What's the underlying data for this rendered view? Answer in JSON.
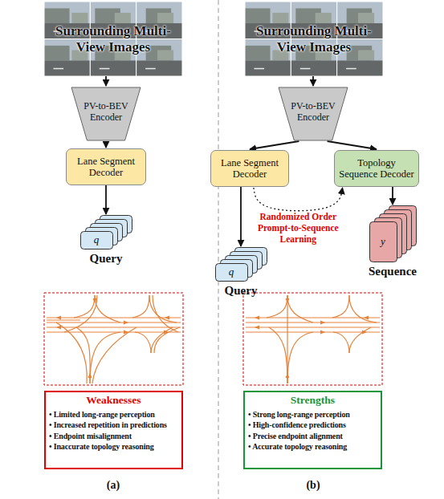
{
  "diagram": {
    "nodes": [
      {
        "text": [
          "Surrounding Multi-View Images"
        ]
      },
      {
        "text": [
          "PV-to-BEV Encoder"
        ]
      },
      {
        "text": [
          "Lane Segment Decoder"
        ]
      },
      {
        "text": [
          "q",
          "Query"
        ]
      },
      {
        "text": [
          "Weaknesses",
          "• Limited long-range perception",
          "• Increased repetition in predictions",
          "• Endpoint misalignment",
          "• Inaccurate topology reasoning"
        ]
      },
      {
        "text": [
          "Surrounding Multi-View Images"
        ]
      },
      {
        "text": [
          "PV-to-BEV Encoder"
        ]
      },
      {
        "text": [
          "Lane Segment Decoder"
        ]
      },
      {
        "text": [
          "Topology Sequence Decoder"
        ]
      },
      {
        "text": [
          "q",
          "Query"
        ]
      },
      {
        "text": [
          "y",
          "Sequence"
        ]
      },
      {
        "text": [
          "Strengths",
          "• Strong long-range perception",
          "• High-confidence predictions",
          "• Precise endpoint alignment",
          "• Accurate topology reasoning"
        ]
      }
    ],
    "edges": [
      {
        "from": 0,
        "to": 1,
        "arrow": "to"
      },
      {
        "from": 1,
        "to": 2,
        "arrow": "to"
      },
      {
        "from": 2,
        "to": 3,
        "arrow": "to"
      },
      {
        "from": 5,
        "to": 6,
        "arrow": "to"
      },
      {
        "from": 6,
        "to": 7,
        "arrow": "to"
      },
      {
        "from": 6,
        "to": 8,
        "arrow": "to"
      },
      {
        "from": 7,
        "to": 9,
        "arrow": "to"
      },
      {
        "from": 8,
        "to": 10,
        "arrow": "to"
      },
      {
        "from": 7,
        "to": 8,
        "label": "Randomized Order Prompt-to-Sequence Learning",
        "arrow": "to"
      }
    ],
    "labels": [
      "(a)",
      "(b)"
    ]
  }
}
